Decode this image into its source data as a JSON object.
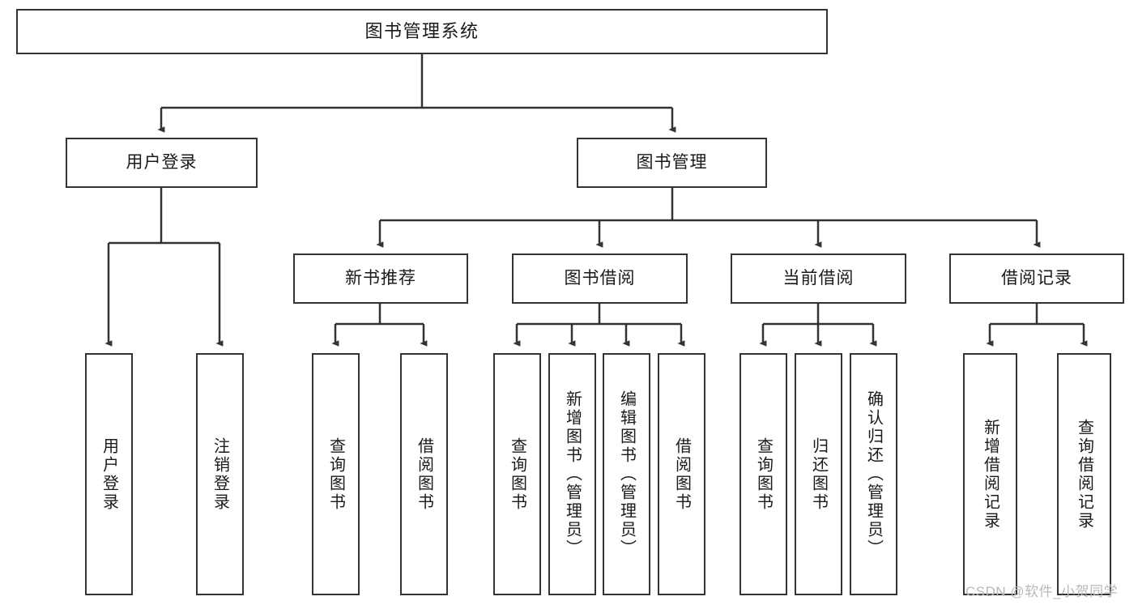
{
  "diagram": {
    "title": "图书管理系统",
    "type": "hierarchy-tree",
    "orientation": "top-down",
    "colors": {
      "box_border": "#333333",
      "box_fill": "#ffffff",
      "connector": "#333333",
      "text": "#1a1a1a",
      "watermark": "#b9b9b9",
      "background": "#ffffff"
    }
  },
  "nodes": {
    "root": {
      "label": "图书管理系统",
      "level": 1
    },
    "level2": [
      {
        "id": "user-login",
        "label": "用户登录"
      },
      {
        "id": "book-manage",
        "label": "图书管理"
      }
    ],
    "level3": [
      {
        "id": "new-book-recommend",
        "label": "新书推荐",
        "parent": "book-manage"
      },
      {
        "id": "book-borrow",
        "label": "图书借阅",
        "parent": "book-manage"
      },
      {
        "id": "current-borrow",
        "label": "当前借阅",
        "parent": "book-manage"
      },
      {
        "id": "borrow-record",
        "label": "借阅记录",
        "parent": "book-manage"
      }
    ],
    "leaves": [
      {
        "id": "leaf-user-login",
        "label": "用户登录",
        "parent": "user-login"
      },
      {
        "id": "leaf-user-logout",
        "label": "注销登录",
        "parent": "user-login"
      },
      {
        "id": "leaf-query-book-1",
        "label": "查询图书",
        "parent": "new-book-recommend"
      },
      {
        "id": "leaf-borrow-book-1",
        "label": "借阅图书",
        "parent": "new-book-recommend"
      },
      {
        "id": "leaf-query-book-2",
        "label": "查询图书",
        "parent": "book-borrow"
      },
      {
        "id": "leaf-add-book",
        "label": "新增图书（管理员）",
        "parent": "book-borrow"
      },
      {
        "id": "leaf-edit-book",
        "label": "编辑图书（管理员）",
        "parent": "book-borrow"
      },
      {
        "id": "leaf-borrow-book-2",
        "label": "借阅图书",
        "parent": "book-borrow"
      },
      {
        "id": "leaf-query-book-3",
        "label": "查询图书",
        "parent": "current-borrow"
      },
      {
        "id": "leaf-return-book",
        "label": "归还图书",
        "parent": "current-borrow"
      },
      {
        "id": "leaf-confirm-return",
        "label": "确认归还（管理员）",
        "parent": "current-borrow"
      },
      {
        "id": "leaf-add-record",
        "label": "新增借阅记录",
        "parent": "borrow-record"
      },
      {
        "id": "leaf-query-record",
        "label": "查询借阅记录",
        "parent": "borrow-record"
      }
    ]
  },
  "watermark": {
    "text": "CSDN @软件_小贺同学"
  }
}
